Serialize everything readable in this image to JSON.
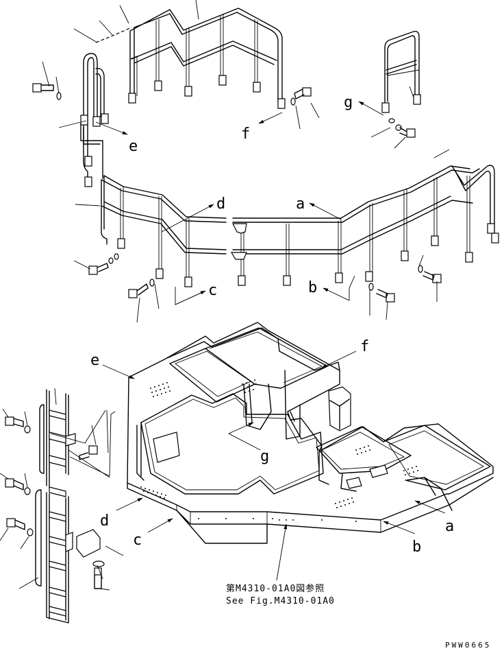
{
  "labels": {
    "a_top": "a",
    "b_top": "b",
    "c_top": "c",
    "d_top": "d",
    "e_top": "e",
    "f_top": "f",
    "g_top": "g",
    "a_bot": "a",
    "b_bot": "b",
    "c_bot": "c",
    "d_bot": "d",
    "e_bot": "e",
    "f_bot": "f",
    "g_bot": "g"
  },
  "reference": {
    "line1": "第M4310-01A0図参照",
    "line2": "See Fig.M4310-01A0"
  },
  "drawing_code": "PWW0665"
}
